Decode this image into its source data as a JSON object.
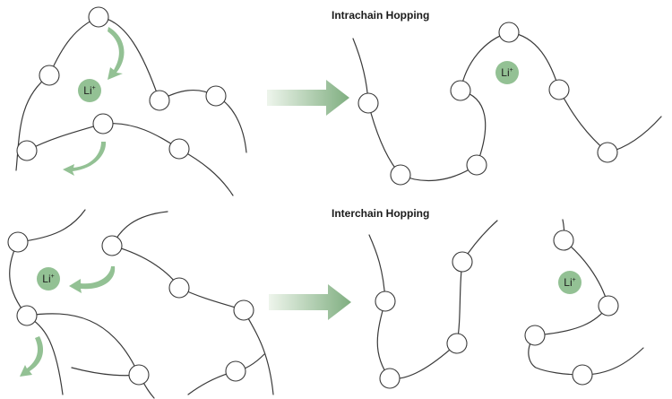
{
  "panels": [
    {
      "title": "Intrachain Hopping"
    },
    {
      "title": "Interchain Hopping"
    }
  ],
  "ion": {
    "symbol": "Li",
    "charge": "+"
  },
  "colors": {
    "ion_fill": "#93c194",
    "arrow_start": "#eef5ec",
    "arrow_end": "#7fae80",
    "chain_stroke": "#3a3a3a"
  },
  "icons": {
    "transition": "arrow-right-icon",
    "hop": "curved-arrow-icon"
  }
}
